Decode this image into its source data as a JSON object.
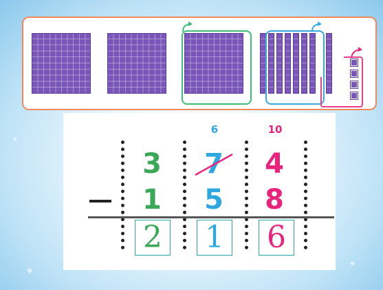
{
  "model": {
    "hundreds_flats": 3,
    "tens_rods": 7,
    "ones_units": 4
  },
  "problem": {
    "operator": "−",
    "minuend": [
      "3",
      "7",
      "4"
    ],
    "subtrahend": [
      "1",
      "5",
      "8"
    ],
    "regroup_tens": "6",
    "regroup_ones": "10",
    "answer": [
      "2",
      "1",
      "6"
    ]
  },
  "colors": {
    "hundreds": "#3aa856",
    "tens": "#2fa8e0",
    "ones": "#e8247c",
    "block": "#7a56b8",
    "panel_border": "#f08a5c"
  }
}
